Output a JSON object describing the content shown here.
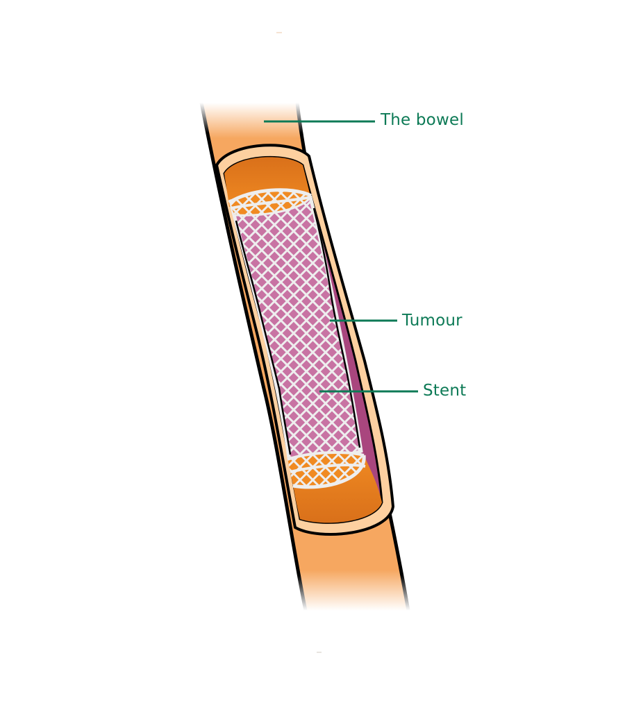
{
  "diagram": {
    "subject": "Bowel stent placed across a tumour",
    "labels": {
      "bowel": "The bowel",
      "tumour": "Tumour",
      "stent": "Stent"
    },
    "colors": {
      "bowel_outer": "#f6a760",
      "bowel_wall": "#fdd0a0",
      "lumen": "#e8801e",
      "tumour": "#a9467e",
      "stent_fill": "#c873a3",
      "stent_mesh": "#eeeeee",
      "outline": "#000000",
      "label_text": "#0d7a56",
      "leader_line": "#0d7a56"
    }
  }
}
